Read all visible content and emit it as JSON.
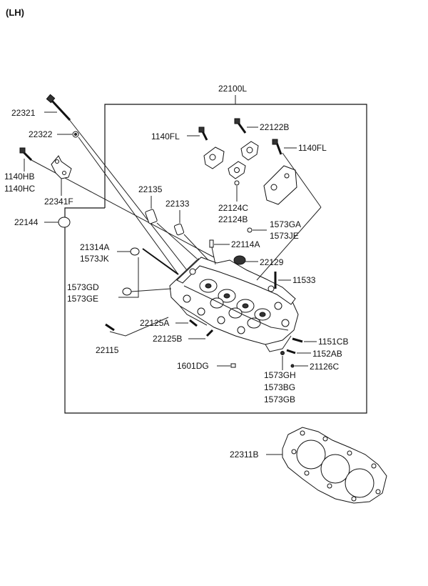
{
  "header": {
    "side_label": "(LH)"
  },
  "labels": {
    "p22100L": "22100L",
    "p22321": "22321",
    "p22322": "22322",
    "p1140HB": "1140HB",
    "p1140HC": "1140HC",
    "p22341F": "22341F",
    "p22144": "22144",
    "p22122B": "22122B",
    "p1140FL_a": "1140FL",
    "p1140FL_b": "1140FL",
    "p22135": "22135",
    "p22133": "22133",
    "p22124C": "22124C",
    "p22124B": "22124B",
    "p1573GA": "1573GA",
    "p1573JE": "1573JE",
    "p21314A": "21314A",
    "p1573JK": "1573JK",
    "p22114A": "22114A",
    "p22129": "22129",
    "p11533": "11533",
    "p1573GD": "1573GD",
    "p1573GE": "1573GE",
    "p22125A": "22125A",
    "p22125B": "22125B",
    "p1151CB": "1151CB",
    "p1152AB": "1152AB",
    "p22115": "22115",
    "p1601DG": "1601DG",
    "p21126C": "21126C",
    "p1573GH": "1573GH",
    "p1573BG": "1573BG",
    "p1573GB": "1573GB",
    "p22311B": "22311B"
  },
  "icons": {
    "cylinder_head": "cylinder-head-icon",
    "head_gasket": "head-gasket-icon",
    "bolt": "bolt-icon",
    "cam_cap": "camshaft-cap-icon"
  }
}
